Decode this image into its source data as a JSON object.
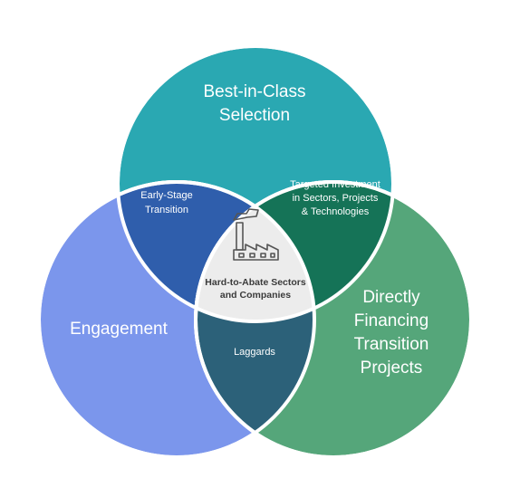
{
  "circles": {
    "top": {
      "lines": [
        "Best-in-Class",
        "Selection"
      ],
      "color": "#2aa8b2"
    },
    "left": {
      "lines": [
        "Engagement"
      ],
      "color": "#7b96ec"
    },
    "right": {
      "lines": [
        "Directly",
        "Financing",
        "Transition",
        "Projects"
      ],
      "color": "#55a67a"
    }
  },
  "overlaps": {
    "top_left": {
      "lines": [
        "Early-Stage",
        "Transition"
      ],
      "color": "#2f5eac"
    },
    "top_right": {
      "lines": [
        "Targeted Investment",
        "in Sectors, Projects",
        "& Technologies"
      ],
      "color": "#157357"
    },
    "left_right": {
      "lines": [
        "Laggards"
      ],
      "color": "#2c6179"
    }
  },
  "center": {
    "lines": [
      "Hard-to-Abate Sectors",
      "and Companies"
    ],
    "icon": "factory-icon",
    "color": "#ececec"
  }
}
